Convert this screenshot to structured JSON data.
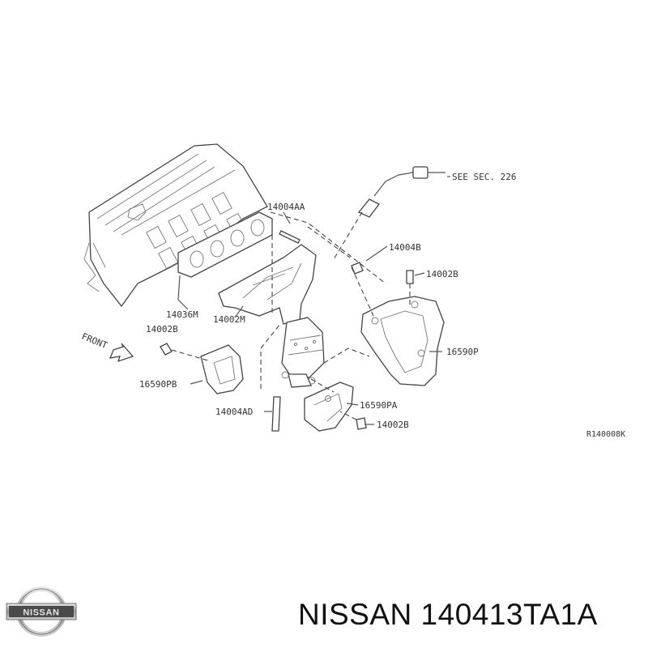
{
  "diagram": {
    "callouts": {
      "see_sec": "SEE SEC. 226",
      "p14004AA": "14004AA",
      "p14004B": "14004B",
      "p14002B_top": "14002B",
      "p14036M": "14036M",
      "p14002M": "14002M",
      "p14002B_left": "14002B",
      "p16590P": "16590P",
      "p16590PB": "16590PB",
      "p16590PA": "16590PA",
      "p14004AD": "14004AD",
      "p14002B_bottom": "14002B",
      "front": "FRONT",
      "ref_code": "R140008K"
    }
  },
  "brand": {
    "logo_text": "NISSAN",
    "title": "NISSAN 140413TA1A"
  }
}
